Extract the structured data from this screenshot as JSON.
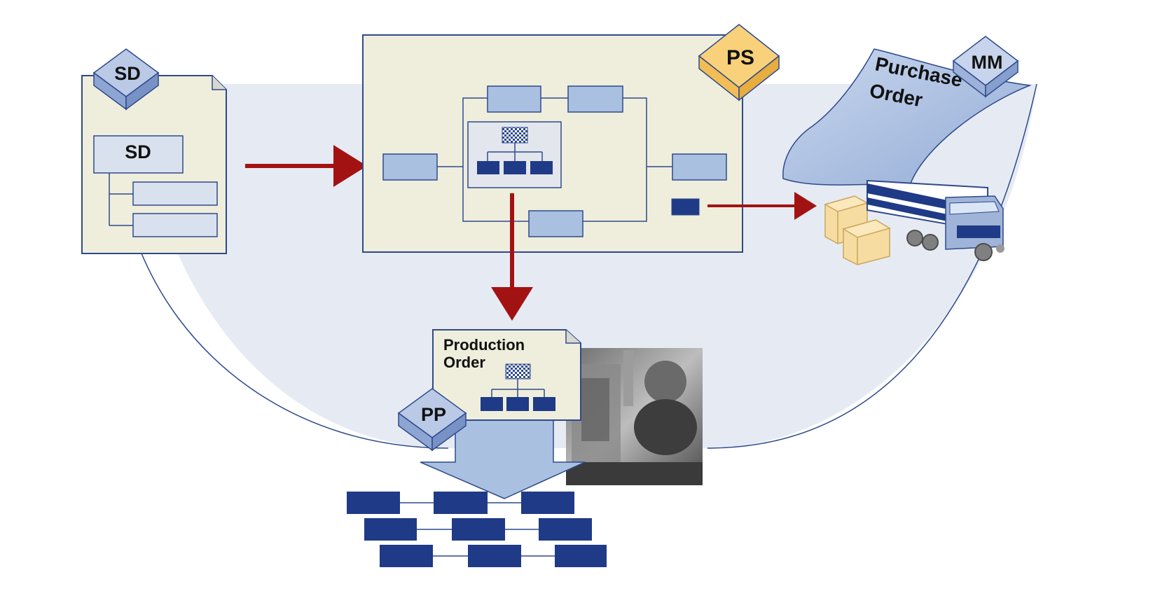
{
  "badges": {
    "sd": "SD",
    "ps": "PS",
    "mm": "MM",
    "pp": "PP"
  },
  "sales_document": {
    "header_label": "SD"
  },
  "purchase_order": {
    "line1": "Purchase",
    "line2": "Order"
  },
  "production_order": {
    "line1": "Production",
    "line2": "Order"
  },
  "colors": {
    "arc_fill": "#e6ebf3",
    "outline": "#2e4a8c",
    "cream": "#efeedc",
    "light_block": "#a9c0e0",
    "dark_block": "#1f3a86",
    "arrow_red": "#a31212",
    "ps_badge": "#f8d17a",
    "sd_badge": "#b9c9e6",
    "box_yellow": "#f6dca0"
  },
  "icons": {
    "truck": "truck-icon",
    "boxes": "boxes-icon",
    "photo": "machinist-photo",
    "network": "network-hierarchy-icon"
  }
}
